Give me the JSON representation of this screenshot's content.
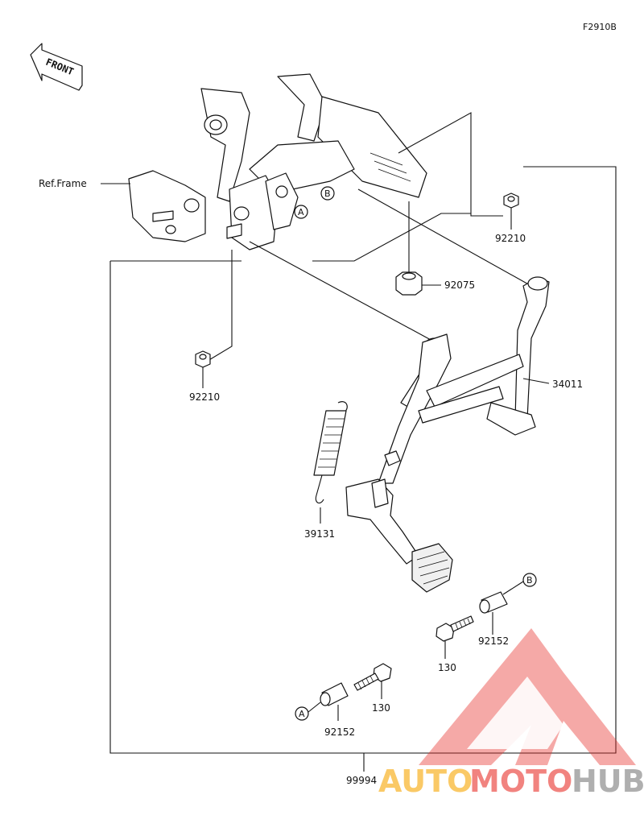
{
  "figure_code": "F2910B",
  "front_label": "FRONT",
  "ref_frame_label": "Ref.Frame",
  "callouts": {
    "a": "A",
    "b": "B"
  },
  "parts": {
    "nut_upper": "92210",
    "nut_lower": "92210",
    "stopper": "92075",
    "stand": "34011",
    "spring": "39131",
    "collar_b": "92152",
    "bolt_b": "130",
    "bolt_a": "130",
    "collar_a": "92152",
    "kit": "99994"
  },
  "watermark": {
    "auto": "AUTO",
    "moto": "MOTO",
    "hub": "HUB",
    "color_orange": "#f7a600",
    "color_red": "#e8302a",
    "color_gray": "#7a7a7a"
  }
}
